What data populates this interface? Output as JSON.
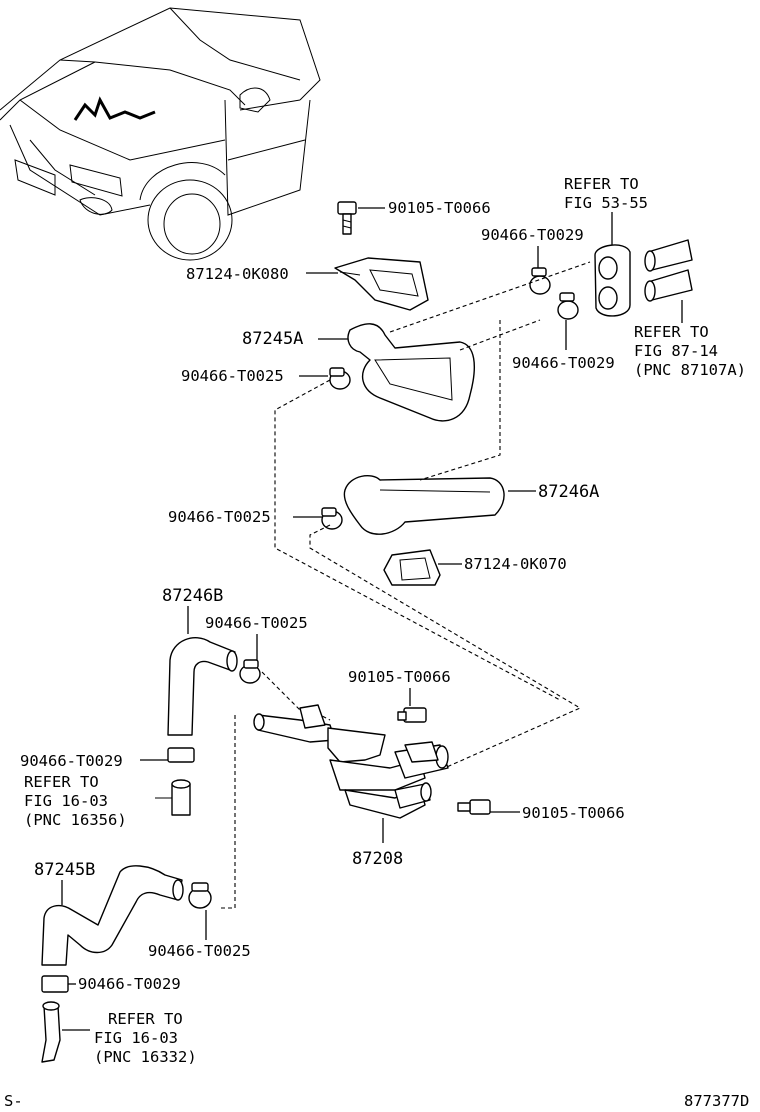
{
  "labels": {
    "p_90105_top": "90105-T0066",
    "p_87124_0K080": "87124-0K080",
    "p_87245A": "87245A",
    "p_90466_T0025_a": "90466-T0025",
    "refer_53_line1": "REFER TO",
    "refer_53_line2": "FIG 53-55",
    "p_90466_T0029_a": "90466-T0029",
    "p_90466_T0029_b": "90466-T0029",
    "refer_87_line1": "REFER TO",
    "refer_87_line2": "FIG 87-14",
    "refer_87_line3": "(PNC 87107A)",
    "p_87246A": "87246A",
    "p_90466_T0025_b": "90466-T0025",
    "p_87124_0K070": "87124-0K070",
    "p_87246B": "87246B",
    "p_90466_T0025_c": "90466-T0025",
    "p_90105_mid": "90105-T0066",
    "p_90105_right": "90105-T0066",
    "p_87208": "87208",
    "p_90466_T0029_c": "90466-T0029",
    "refer_16a_line1": "REFER TO",
    "refer_16a_line2": "FIG 16-03",
    "refer_16a_line3": "(PNC 16356)",
    "p_87245B": "87245B",
    "p_90466_T0025_d": "90466-T0025",
    "p_90466_T0029_d": "90466-T0029",
    "refer_16b_line1": "REFER TO",
    "refer_16b_line2": "FIG 16-03",
    "refer_16b_line3": "(PNC 16332)",
    "footer_left": "S-",
    "footer_right": "877377D"
  }
}
